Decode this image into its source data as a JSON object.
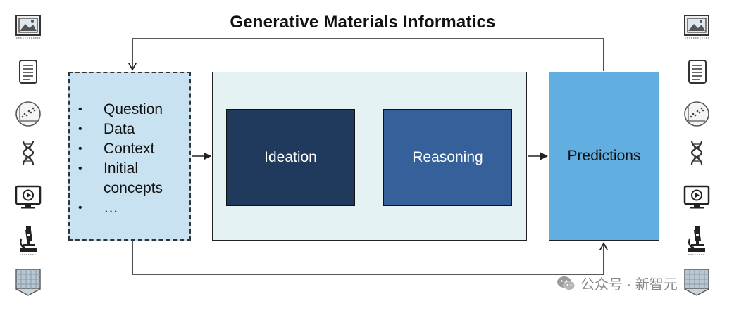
{
  "title": "Generative Materials Informatics",
  "inputs": {
    "items": [
      "Question",
      "Data",
      "Context",
      "Initial concepts",
      "…"
    ]
  },
  "ideation_label": "Ideation",
  "reasoning_label": "Reasoning",
  "predictions_label": "Predictions",
  "watermark": {
    "text": "公众号 · 新智元",
    "icon": "wechat-icon"
  },
  "icons": [
    "image-icon",
    "document-icon",
    "scatter-plot-icon",
    "dna-icon",
    "video-monitor-icon",
    "microscope-icon",
    "structure-image-icon"
  ],
  "colors": {
    "input_fill": "#c9e2f2",
    "core_fill": "#e4f2f4",
    "ideation_fill": "#1f3a5c",
    "reasoning_fill": "#35609a",
    "predictions_fill": "#63aee0",
    "loop_arrow": "#2e5a92",
    "flow_arrow": "#222222"
  }
}
